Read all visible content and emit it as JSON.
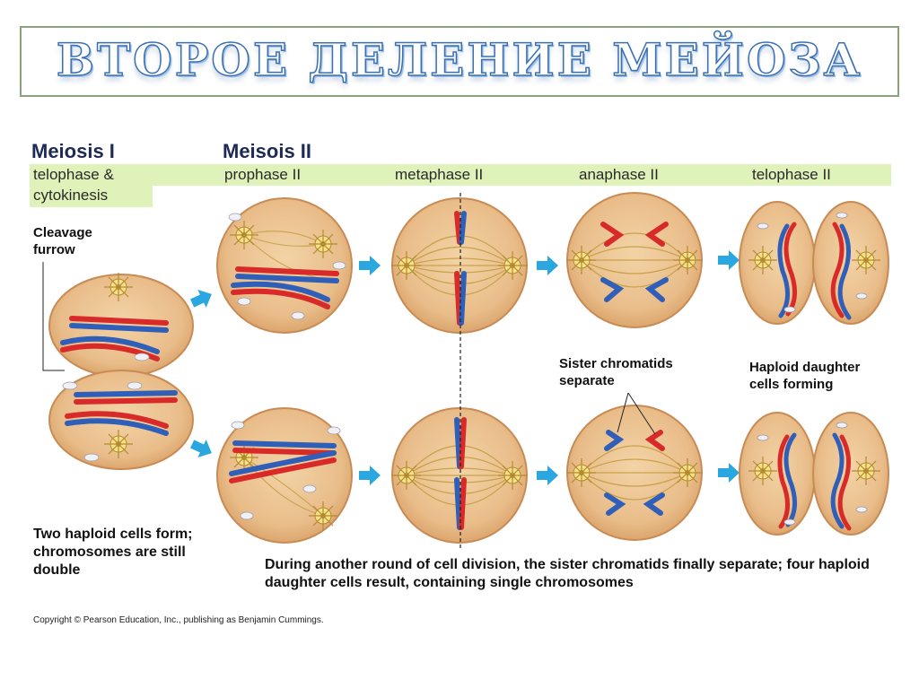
{
  "title": "ВТОРОЕ  ДЕЛЕНИЕ  МЕЙОЗА",
  "headers": {
    "meiosis1": "Meiosis I",
    "meiosis2": "Meisois II"
  },
  "phases": {
    "telophase_cytokinesis_1": "telophase &",
    "telophase_cytokinesis_2": "cytokinesis",
    "prophase2": "prophase II",
    "metaphase2": "metaphase II",
    "anaphase2": "anaphase II",
    "telophase2": "telophase II"
  },
  "labels": {
    "cleavage_furrow": "Cleavage furrow",
    "sister_chromatids": "Sister chromatids separate",
    "haploid_forming": "Haploid daughter cells forming",
    "two_haploid": "Two haploid cells form; chromosomes are still double",
    "caption": "During another round of cell division, the sister chromatids finally separate; four haploid daughter cells result, containing single chromosomes",
    "copyright": "Copyright © Pearson Education, Inc., publishing as Benjamin Cummings."
  },
  "colors": {
    "cell_fill": "#e9bd8a",
    "cell_edge": "#c98b55",
    "chromosome_red": "#d92a2a",
    "chromosome_blue": "#2f5fb8",
    "spindle": "#c9a24a",
    "arrow": "#2aa6e0",
    "title_outline": "#3b6fb0",
    "phase_bar": "#dff2b9"
  }
}
